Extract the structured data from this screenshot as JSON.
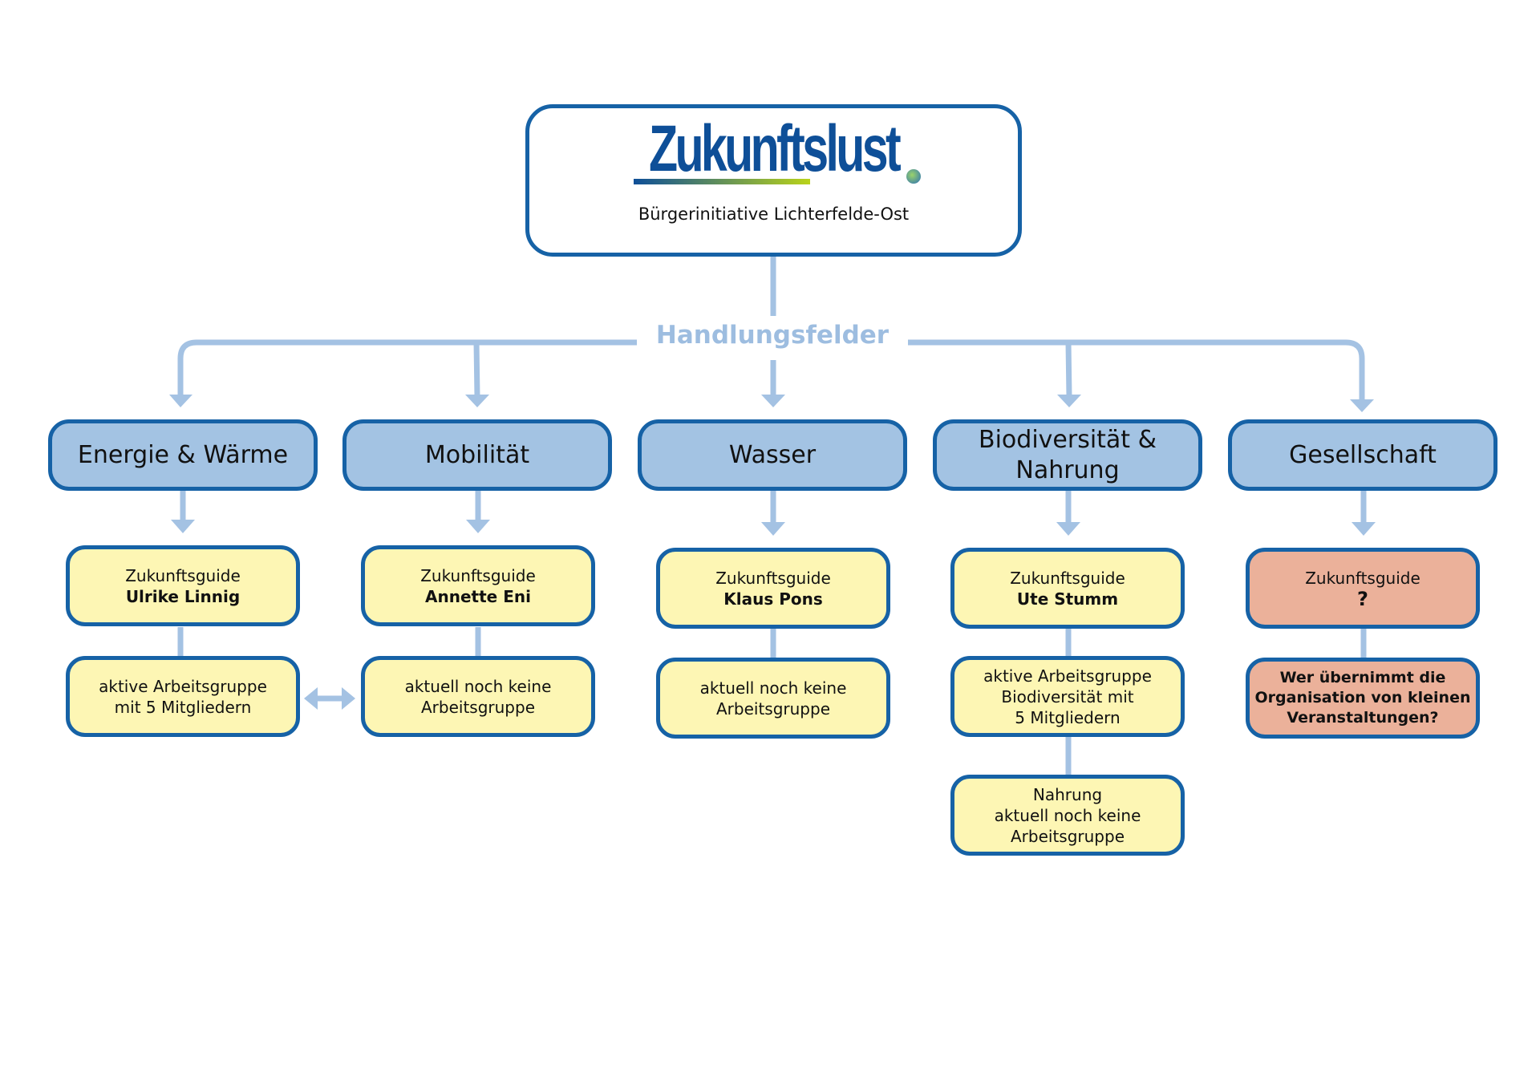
{
  "header": {
    "logo_text": "Zukunftslust",
    "subtitle": "Bürgerinitiative Lichterfelde-Ost"
  },
  "section_label": "Handlungsfelder",
  "colors": {
    "border": "#1662a6",
    "category_fill": "#a3c3e3",
    "guide_fill": "#fdf6b4",
    "open_fill": "#ebb19a",
    "connector": "#a4c2e3"
  },
  "categories": [
    {
      "title": "Energie & Wärme",
      "guide_label": "Zukunftsguide",
      "guide_name": "Ulrike Linnig",
      "groups": [
        [
          "aktive Arbeitsgruppe",
          "mit 5 Mitgliedern"
        ]
      ]
    },
    {
      "title": "Mobilität",
      "guide_label": "Zukunftsguide",
      "guide_name": "Annette Eni",
      "groups": [
        [
          "aktuell noch keine",
          "Arbeitsgruppe"
        ]
      ]
    },
    {
      "title": "Wasser",
      "guide_label": "Zukunftsguide",
      "guide_name": "Klaus Pons",
      "groups": [
        [
          "aktuell noch keine",
          "Arbeitsgruppe"
        ]
      ]
    },
    {
      "title": "Biodiversität & Nahrung",
      "guide_label": "Zukunftsguide",
      "guide_name": "Ute Stumm",
      "groups": [
        [
          "aktive Arbeitsgruppe",
          "Biodiversität mit",
          "5 Mitgliedern"
        ],
        [
          "Nahrung",
          "aktuell noch keine",
          "Arbeitsgruppe"
        ]
      ]
    },
    {
      "title": "Gesellschaft",
      "guide_label": "Zukunftsguide",
      "guide_name": "?",
      "groups": [
        [
          "Wer übernimmt die",
          "Organisation von kleinen",
          "Veranstaltungen?"
        ]
      ]
    }
  ]
}
